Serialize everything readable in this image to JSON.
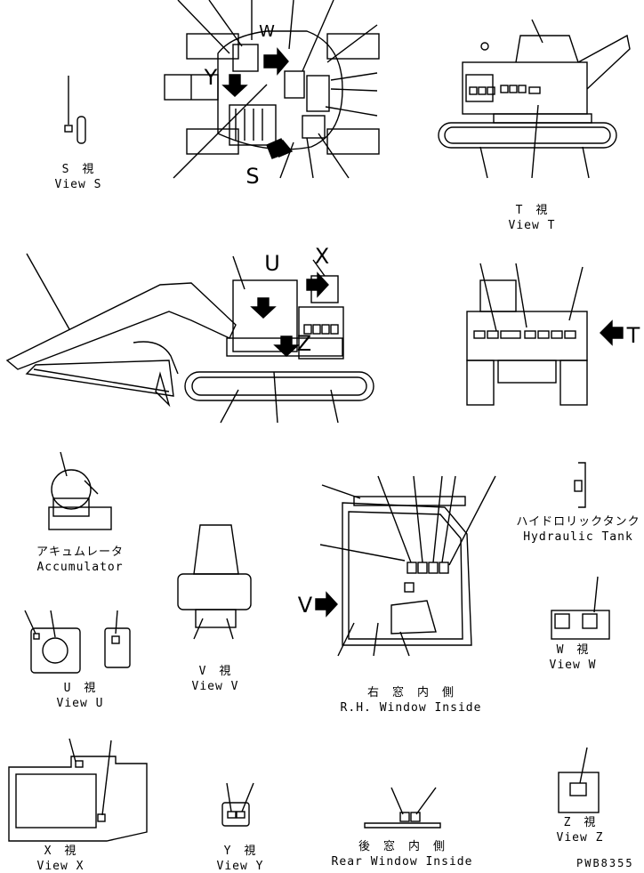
{
  "views": {
    "s": {
      "jp": "S　視",
      "en": "View S"
    },
    "t": {
      "jp": "T　視",
      "en": "View T"
    },
    "u": {
      "jp": "U　視",
      "en": "View U"
    },
    "v": {
      "jp": "V　視",
      "en": "View V"
    },
    "w": {
      "jp": "W　視",
      "en": "View W"
    },
    "x": {
      "jp": "X　視",
      "en": "View X"
    },
    "y": {
      "jp": "Y　視",
      "en": "View Y"
    },
    "z": {
      "jp": "Z　視",
      "en": "View Z"
    }
  },
  "accumulator": {
    "jp": "アキュムレータ",
    "en": "Accumulator"
  },
  "hydraulic_tank": {
    "jp": "ハイドロリックタンク",
    "en": "Hydraulic Tank"
  },
  "rh_window": {
    "jp": "右　窓　内　側",
    "en": "R.H. Window Inside"
  },
  "rear_window": {
    "jp": "後　窓　内　側",
    "en": "Rear Window Inside"
  },
  "markers": {
    "s": "S",
    "t": "T",
    "u": "U",
    "v": "V",
    "w": "W",
    "x": "X",
    "y": "Y",
    "z": "Z"
  },
  "drawing_code": "PWB8355"
}
